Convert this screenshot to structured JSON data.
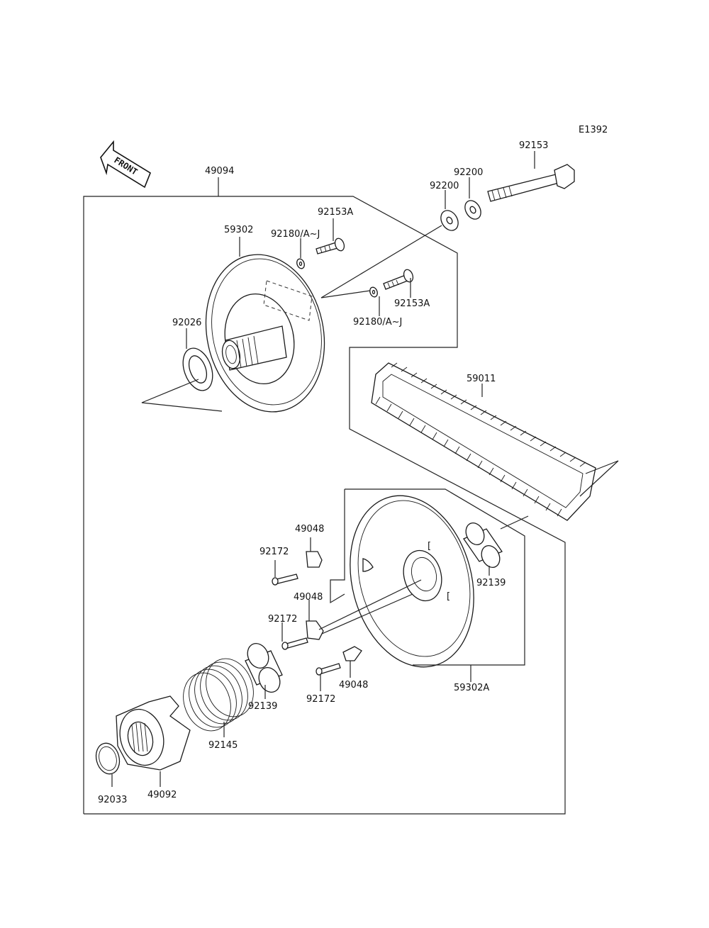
{
  "diagram": {
    "ref_code": "E1392",
    "front_label": "FRONT",
    "labels": {
      "p49094": "49094",
      "p92153": "92153",
      "p92200a": "92200",
      "p92200b": "92200",
      "p92153a_top": "92153A",
      "p92180_top": "92180/A~J",
      "p59302": "59302",
      "p92153a_mid": "92153A",
      "p92180_mid": "92180/A~J",
      "p92026": "92026",
      "p59011": "59011",
      "p49048_a": "49048",
      "p92172_a": "92172",
      "p49048_b": "49048",
      "p92172_b": "92172",
      "p92139_right": "92139",
      "p92139_left": "92139",
      "p49048_c": "49048",
      "p92172_c": "92172",
      "p59302a": "59302A",
      "p92145": "92145",
      "p92033": "92033",
      "p49092": "49092"
    }
  }
}
